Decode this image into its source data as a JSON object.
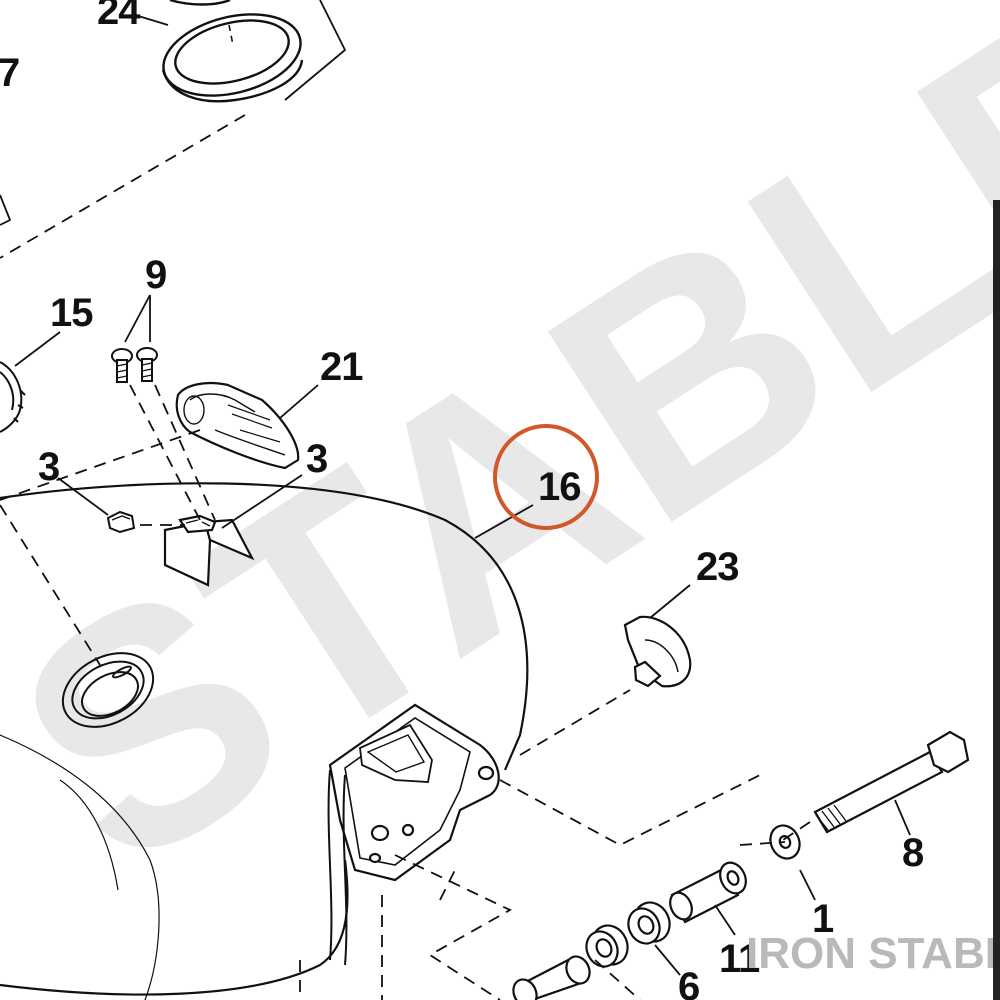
{
  "watermark": {
    "big_text": "STABLE",
    "big_color": "#e8e8e8",
    "footer_text": "IRON STABLE",
    "footer_color": "#b9b9b9"
  },
  "highlight_color": "#d2582a",
  "callouts": {
    "c24": "24",
    "c7": "7",
    "c9": "9",
    "c15": "15",
    "c21": "21",
    "c3_left": "3",
    "c3_right": "3",
    "c16": "16",
    "c23": "23",
    "c8": "8",
    "c1": "1",
    "c11": "11",
    "c6": "6"
  }
}
